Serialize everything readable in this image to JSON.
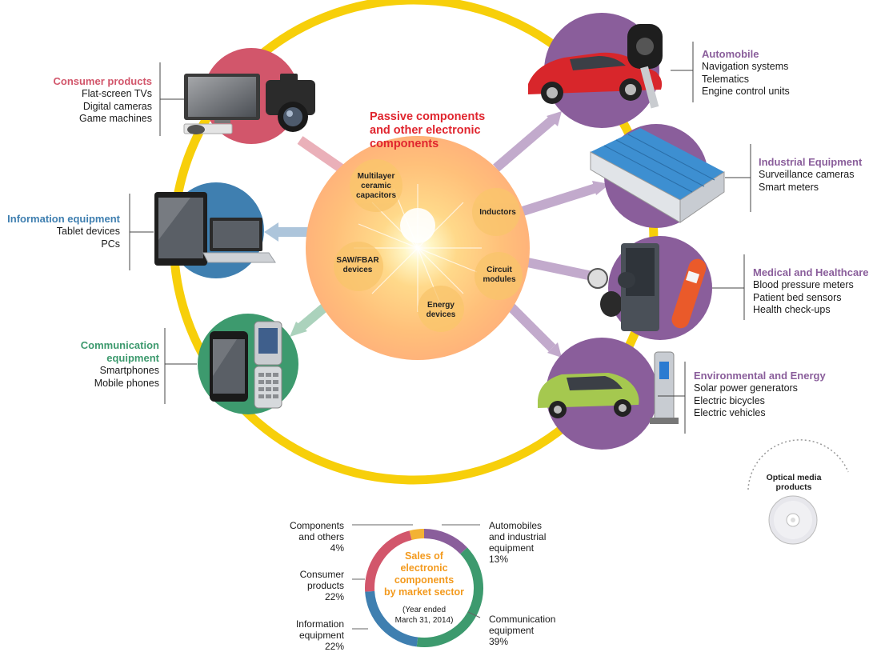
{
  "center": {
    "title_lines": [
      "Passive components",
      "and other electronic",
      "components"
    ],
    "components": [
      {
        "id": "mlcc",
        "lines": [
          "Multilayer",
          "ceramic",
          "capacitors"
        ]
      },
      {
        "id": "inductors",
        "lines": [
          "Inductors"
        ]
      },
      {
        "id": "saw",
        "lines": [
          "SAW/FBAR",
          "devices"
        ]
      },
      {
        "id": "circuit",
        "lines": [
          "Circuit",
          "modules"
        ]
      },
      {
        "id": "energy",
        "lines": [
          "Energy",
          "devices"
        ]
      }
    ]
  },
  "sectors": [
    {
      "id": "consumer",
      "title": "Consumer products",
      "color": "#d2566b",
      "items": [
        "Flat-screen TVs",
        "Digital cameras",
        "Game machines"
      ]
    },
    {
      "id": "information",
      "title": "Information equipment",
      "color": "#3f7fb0",
      "items": [
        "Tablet devices",
        "PCs"
      ]
    },
    {
      "id": "communication",
      "title_lines": [
        "Communication",
        "equipment"
      ],
      "color": "#3d9a6e",
      "items": [
        "Smartphones",
        "Mobile phones"
      ]
    },
    {
      "id": "automobile",
      "title": "Automobile",
      "color": "#8a5e9b",
      "items": [
        "Navigation systems",
        "Telematics",
        "Engine control units"
      ]
    },
    {
      "id": "industrial",
      "title": "Industrial Equipment",
      "color": "#8a5e9b",
      "items": [
        "Surveillance cameras",
        "Smart meters"
      ]
    },
    {
      "id": "medical",
      "title": "Medical and Healthcare",
      "color": "#8a5e9b",
      "items": [
        "Blood pressure meters",
        "Patient bed sensors",
        "Health check-ups"
      ]
    },
    {
      "id": "environment",
      "title": "Environmental and Energy",
      "color": "#8a5e9b",
      "items": [
        "Solar power generators",
        "Electric bicycles",
        "Electric vehicles"
      ]
    }
  ],
  "optical": {
    "lines": [
      "Optical media",
      "products"
    ]
  },
  "chart_data": {
    "type": "pie",
    "title": "Sales of electronic components by market sector",
    "title_lines": [
      "Sales of",
      "electronic",
      "components",
      "by market sector"
    ],
    "subtitle_lines": [
      "(Year ended",
      "March 31, 2014)"
    ],
    "slices": [
      {
        "name": "Components and others",
        "label_lines": [
          "Components",
          "and others"
        ],
        "value": 4,
        "display": "4%",
        "color": "#f3b234"
      },
      {
        "name": "Automobiles and industrial equipment",
        "label_lines": [
          "Automobiles",
          "and industrial",
          "equipment"
        ],
        "value": 13,
        "display": "13%",
        "color": "#8a5e9b"
      },
      {
        "name": "Communication equipment",
        "label_lines": [
          "Communication",
          "equipment"
        ],
        "value": 39,
        "display": "39%",
        "color": "#3d9a6e"
      },
      {
        "name": "Information equipment",
        "label_lines": [
          "Information",
          "equipment"
        ],
        "value": 22,
        "display": "22%",
        "color": "#3f7fb0"
      },
      {
        "name": "Consumer products",
        "label_lines": [
          "Consumer",
          "products"
        ],
        "value": 22,
        "display": "22%",
        "color": "#d2566b"
      }
    ]
  }
}
